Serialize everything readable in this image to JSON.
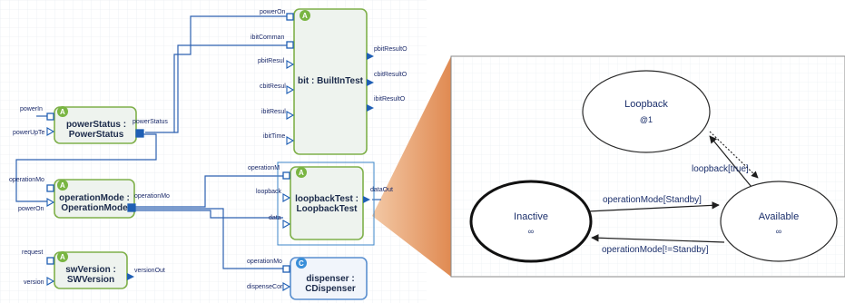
{
  "component_diagram": {
    "components": [
      {
        "key": "power",
        "name_line1": "powerStatus :",
        "name_line2": "PowerStatus",
        "badge": "A"
      },
      {
        "key": "opmode",
        "name_line1": "operationMode :",
        "name_line2": "OperationMode",
        "badge": "A"
      },
      {
        "key": "sw",
        "name_line1": "swVersion :",
        "name_line2": "SWVersion",
        "badge": "A"
      },
      {
        "key": "bit",
        "name_line1": "bit : BuiltInTest",
        "name_line2": "",
        "badge": "A"
      },
      {
        "key": "loop",
        "name_line1": "loopbackTest :",
        "name_line2": "LoopbackTest",
        "badge": "A"
      },
      {
        "key": "disp",
        "name_line1": "dispenser :",
        "name_line2": "CDispenser",
        "badge": "C"
      }
    ],
    "port_labels": {
      "power_in": "powerIn",
      "power_up_te": "powerUpTe",
      "power_status_out": "powerStatus",
      "op_in": "operationMo",
      "op_power_on": "powerOn",
      "op_out": "operationMo",
      "sw_request": "request",
      "sw_version": "version",
      "sw_out": "versionOut",
      "bit_power_on": "powerOn",
      "bit_comman": "ibitComman",
      "bit_pbit_resul": "pbitResul",
      "bit_cbit_resul": "cbitResul",
      "bit_ibit_resul": "ibitResul",
      "bit_ibit_time": "ibitTime",
      "bit_out_pbit": "pbitResultO",
      "bit_out_cbit": "cbitResultO",
      "bit_out_ibit": "ibitResultO",
      "loop_op": "operationM",
      "loop_loopback": "loopback",
      "loop_data": "data",
      "loop_out": "dataOut",
      "disp_op": "operationMo",
      "disp_cor": "dispenseCor"
    }
  },
  "state_machine": {
    "states": [
      {
        "key": "loopback",
        "name": "Loopback",
        "sub": "@1"
      },
      {
        "key": "inactive",
        "name": "Inactive",
        "sub": "∞"
      },
      {
        "key": "available",
        "name": "Available",
        "sub": "∞"
      }
    ],
    "transitions": [
      {
        "key": "loopback_true",
        "label": "loopback[true]"
      },
      {
        "key": "op_standby",
        "label": "operationMode[Standby]"
      },
      {
        "key": "op_not_standby",
        "label": "operationMode[!=Standby]"
      }
    ]
  },
  "colors": {
    "component_border": "#7fb04a",
    "port": "#1f5fb4",
    "wire": "#2d62b0",
    "zoom_wedge": "#e8a070",
    "state_text": "#1b2f6b"
  },
  "icons": [
    "badge-a-icon",
    "badge-c-icon",
    "port-square-icon",
    "port-triangle-icon"
  ]
}
